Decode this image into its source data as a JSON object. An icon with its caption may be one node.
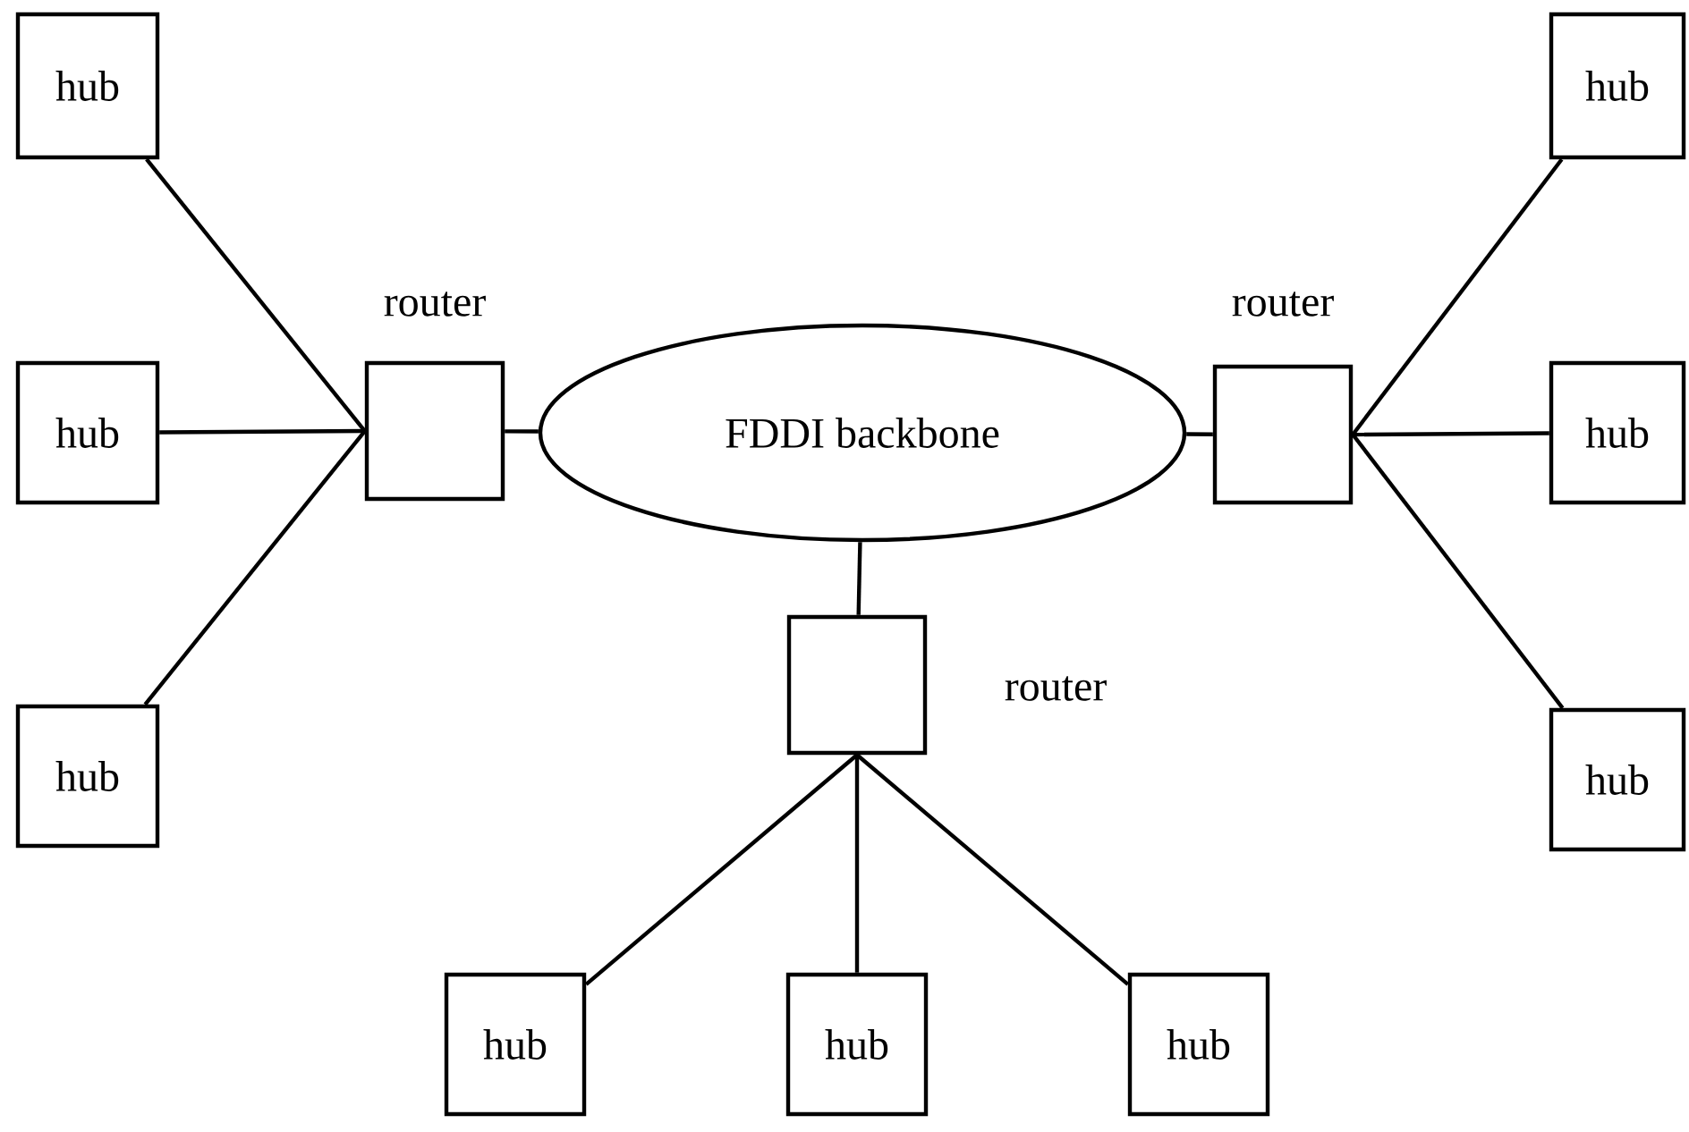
{
  "diagram": {
    "nodes": [
      {
        "text": [
          "FDDI backbone"
        ]
      },
      {
        "text": [],
        "shape": "box",
        "beside": [
          "router"
        ]
      },
      {
        "text": [],
        "shape": "box",
        "beside": [
          "router"
        ]
      },
      {
        "text": [],
        "shape": "box",
        "beside": [
          "router"
        ]
      },
      {
        "text": [
          "hub"
        ]
      },
      {
        "text": [
          "hub"
        ]
      },
      {
        "text": [
          "hub"
        ]
      },
      {
        "text": [
          "hub"
        ]
      },
      {
        "text": [
          "hub"
        ]
      },
      {
        "text": [
          "hub"
        ]
      },
      {
        "text": [
          "hub"
        ]
      },
      {
        "text": [
          "hub"
        ]
      },
      {
        "text": [
          "hub"
        ]
      }
    ],
    "edges": [
      {
        "from": 1,
        "to": 0,
        "arrow": "none"
      },
      {
        "from": 2,
        "to": 0,
        "arrow": "none"
      },
      {
        "from": 3,
        "to": 0,
        "arrow": "none"
      },
      {
        "from": 4,
        "to": 1,
        "arrow": "none"
      },
      {
        "from": 5,
        "to": 1,
        "arrow": "none"
      },
      {
        "from": 6,
        "to": 1,
        "arrow": "none"
      },
      {
        "from": 7,
        "to": 2,
        "arrow": "none"
      },
      {
        "from": 8,
        "to": 2,
        "arrow": "none"
      },
      {
        "from": 9,
        "to": 2,
        "arrow": "none"
      },
      {
        "from": 10,
        "to": 3,
        "arrow": "none"
      },
      {
        "from": 11,
        "to": 3,
        "arrow": "none"
      },
      {
        "from": 12,
        "to": 3,
        "arrow": "none"
      }
    ]
  }
}
